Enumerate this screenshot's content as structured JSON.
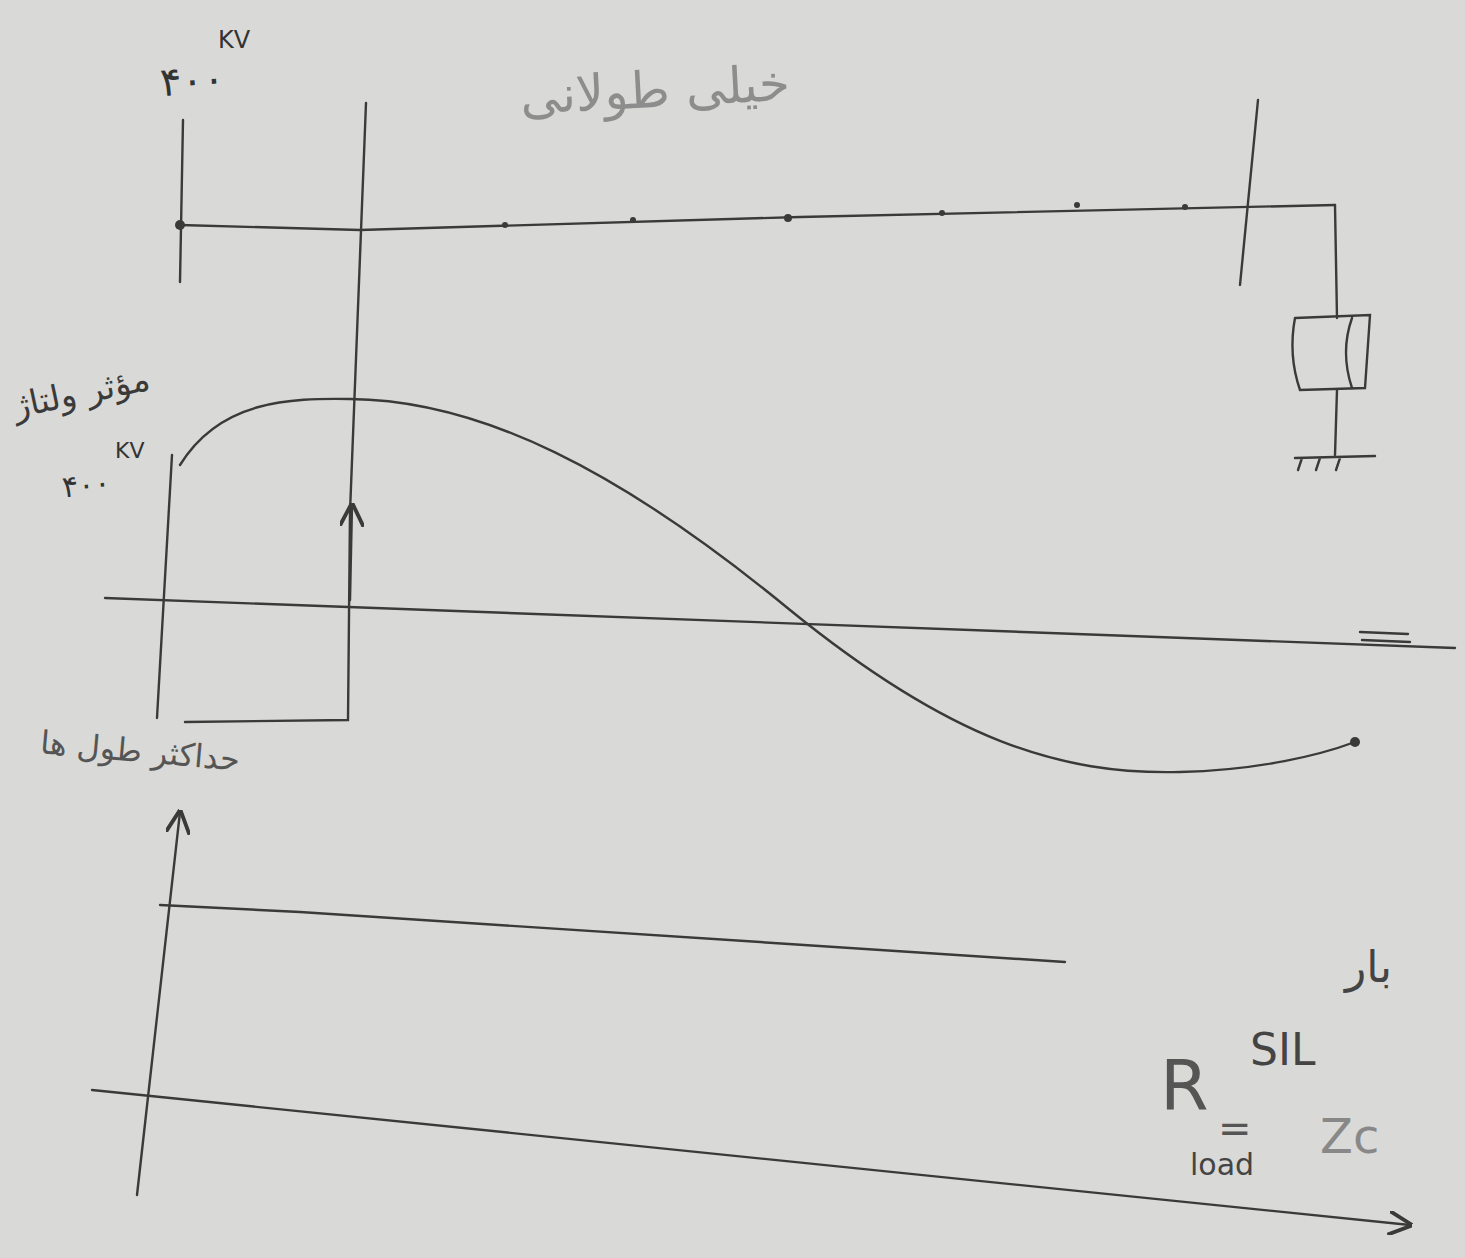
{
  "diagram": {
    "labels": [
      "۴۰۰",
      "KV",
      "خیلی طولانی",
      "مؤثر ولتاژ",
      "۴۰۰",
      "KV",
      "حداکثر طول ها",
      "بار",
      "SIL",
      "R",
      "=",
      "load",
      "Zc"
    ]
  }
}
